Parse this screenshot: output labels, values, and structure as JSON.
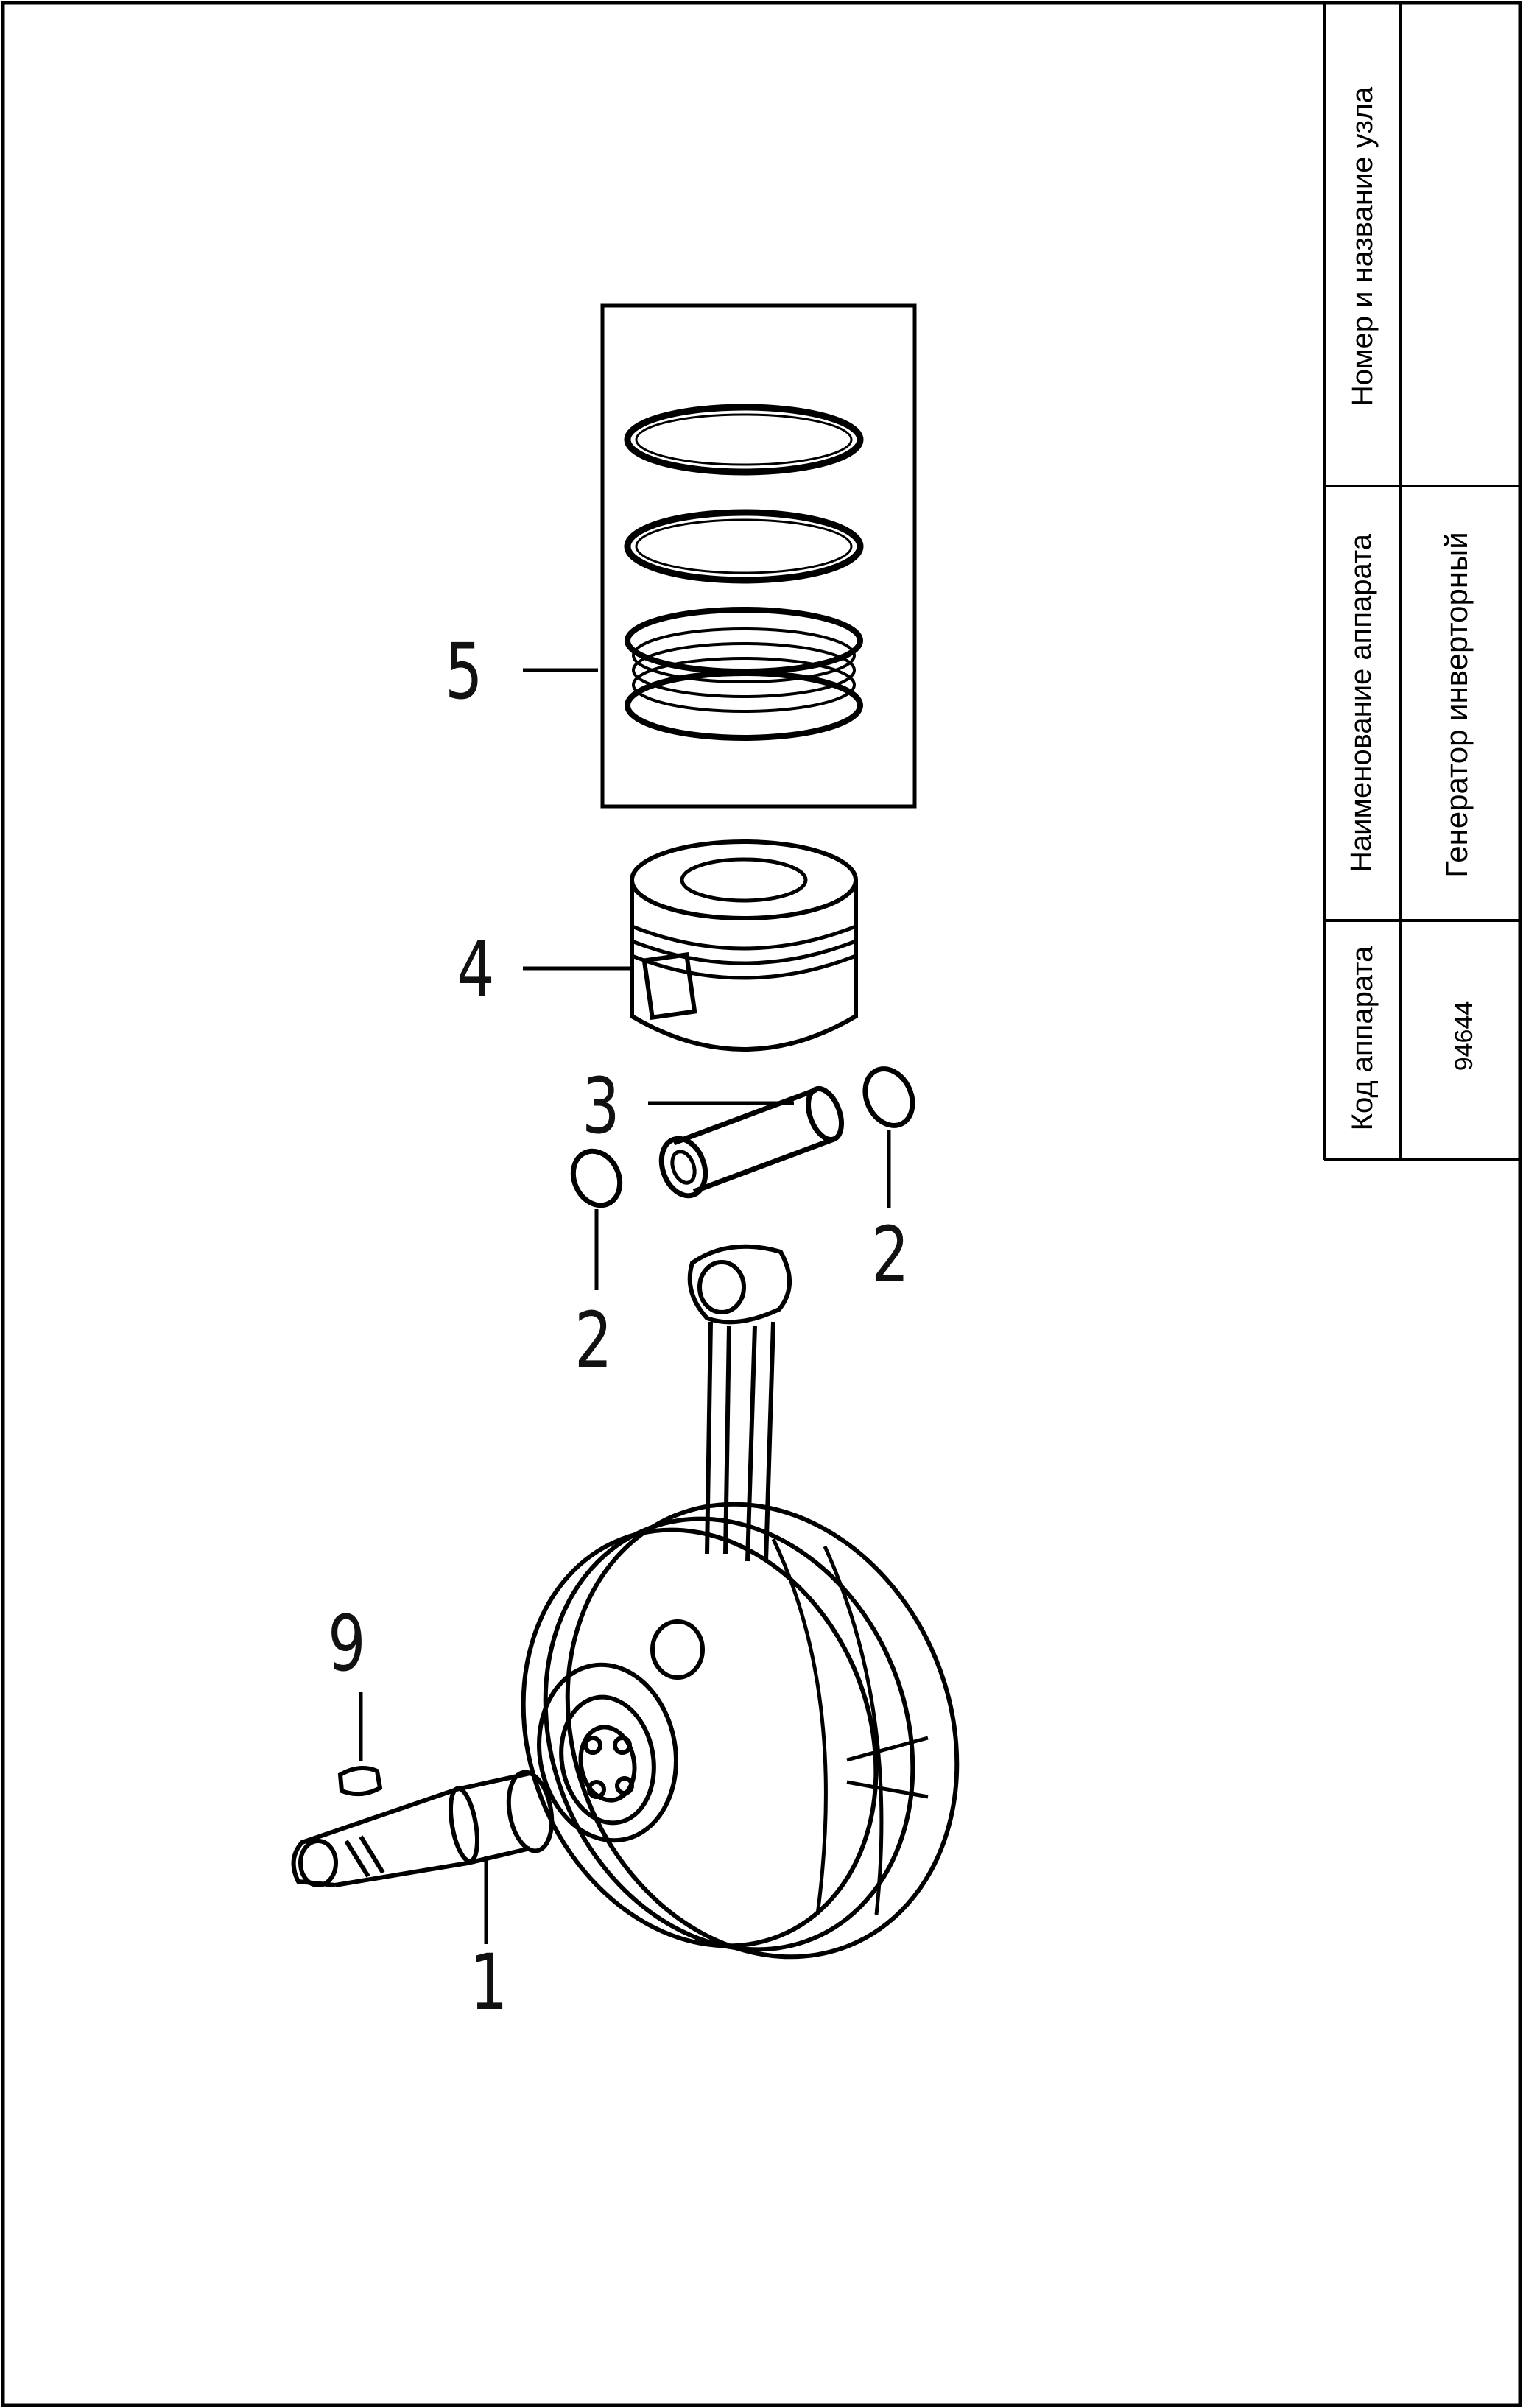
{
  "title_block": {
    "header_node": "Номер и название узла",
    "header_name": "Наименование аппарата",
    "header_code": "Код аппарата",
    "node_value": "",
    "name_value": "Генератор инверторный",
    "code_value": "94644"
  },
  "callouts": {
    "c1": "1",
    "c2a": "2",
    "c2b": "2",
    "c3": "3",
    "c4": "4",
    "c5": "5",
    "c9": "9"
  },
  "parts": [
    "piston-ring-set",
    "piston",
    "piston-pin",
    "piston-pin-clip",
    "crankshaft-connecting-rod",
    "woodruff-key"
  ]
}
